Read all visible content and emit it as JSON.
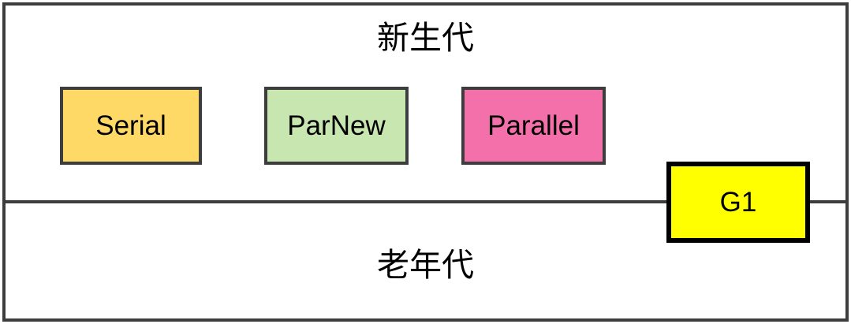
{
  "diagram": {
    "title": "",
    "regions": [
      {
        "id": "young-generation",
        "label": "新生代"
      },
      {
        "id": "old-generation",
        "label": "老年代"
      }
    ],
    "collectors": [
      {
        "id": "serial",
        "label": "Serial",
        "color": "#ffd966",
        "border": "#3d3d3d",
        "region": "young-generation"
      },
      {
        "id": "parnew",
        "label": "ParNew",
        "color": "#c8e6b0",
        "border": "#3d3d3d",
        "region": "young-generation"
      },
      {
        "id": "parallel",
        "label": "Parallel",
        "color": "#f470ab",
        "border": "#3d3d3d",
        "region": "young-generation"
      },
      {
        "id": "g1",
        "label": "G1",
        "color": "#ffff00",
        "border": "#000000",
        "region": "both"
      }
    ],
    "colors": {
      "outline": "#3d3d3d",
      "divider": "#3d3d3d",
      "background": "#ffffff",
      "text": "#000000"
    }
  }
}
